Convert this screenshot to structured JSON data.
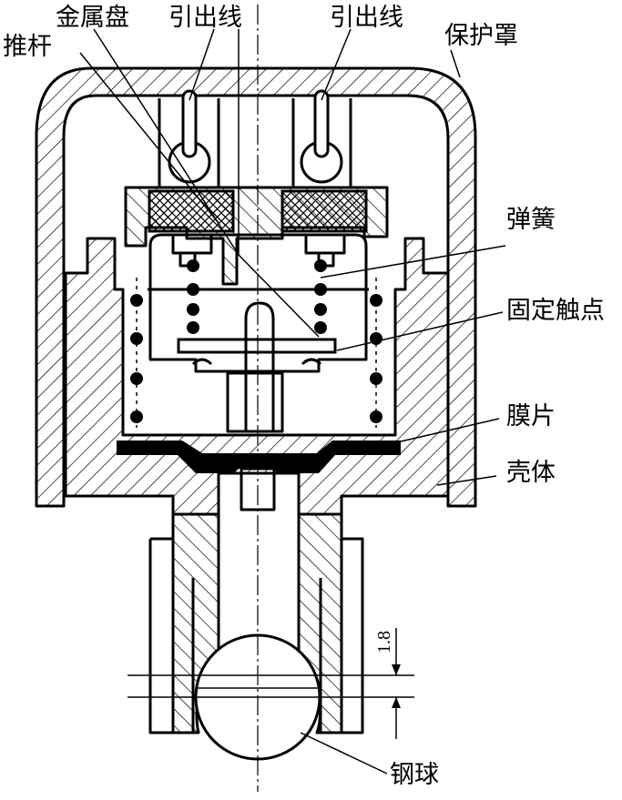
{
  "labels": {
    "metal_disc": "金属盘",
    "lead_wire_left": "引出线",
    "lead_wire_right": "引出线",
    "protective_cover": "保护罩",
    "push_rod": "推杆",
    "spring": "弹簧",
    "fixed_contact": "固定触点",
    "diaphragm": "膜片",
    "housing": "壳体",
    "steel_ball": "钢球"
  },
  "dimension": {
    "value": "1.8"
  }
}
